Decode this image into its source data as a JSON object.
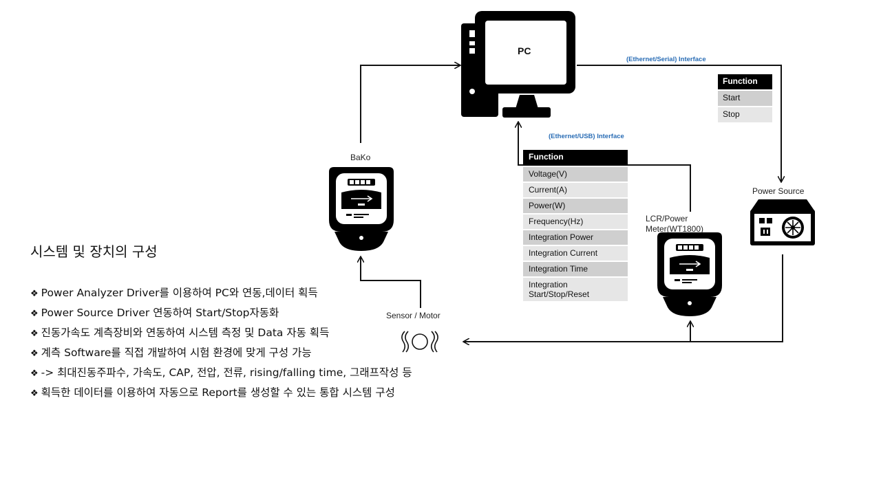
{
  "pc_label": "PC",
  "iface_top": "(Ethernet/Serial) Interface",
  "iface_mid": "(Ethernet/USB) Interface",
  "bako_label": "BaKo",
  "lcr_label_line1": "LCR/Power",
  "lcr_label_line2": "Meter(WT1800)",
  "power_source_label": "Power Source",
  "sensor_label": "Sensor / Motor",
  "power_func_table": {
    "header": "Function",
    "rows": [
      "Start",
      "Stop"
    ]
  },
  "meter_func_table": {
    "header": "Function",
    "rows": [
      "Voltage(V)",
      "Current(A)",
      "Power(W)",
      "Frequency(Hz)",
      "Integration Power",
      "Integration Current",
      "Integration Time",
      "Integration\nStart/Stop/Reset"
    ]
  },
  "section_title": "시스템 및 장치의 구성",
  "bullet_mark": "❖",
  "bullets": [
    "Power Analyzer Driver를 이용하여 PC와 연동,데이터 획득",
    "Power Source Driver 연동하여 Start/Stop자동화",
    "진동가속도 계측장비와 연동하여 시스템 측정 및  Data 자동 획득",
    "계측 Software를 직접 개발하여  시험 환경에 맞게 구성 가능",
    "-> 최대진동주파수, 가속도, CAP, 전압, 전류, rising/falling time, 그래프작성 등",
    "획득한 데이터를 이용하여 자동으로 Report를 생성할 수 있는 통합 시스템 구성"
  ],
  "colors": {
    "line": "#111111",
    "iface_text": "#2a6db5",
    "row_dark": "#cfcfcf",
    "row_light": "#e6e6e6"
  }
}
